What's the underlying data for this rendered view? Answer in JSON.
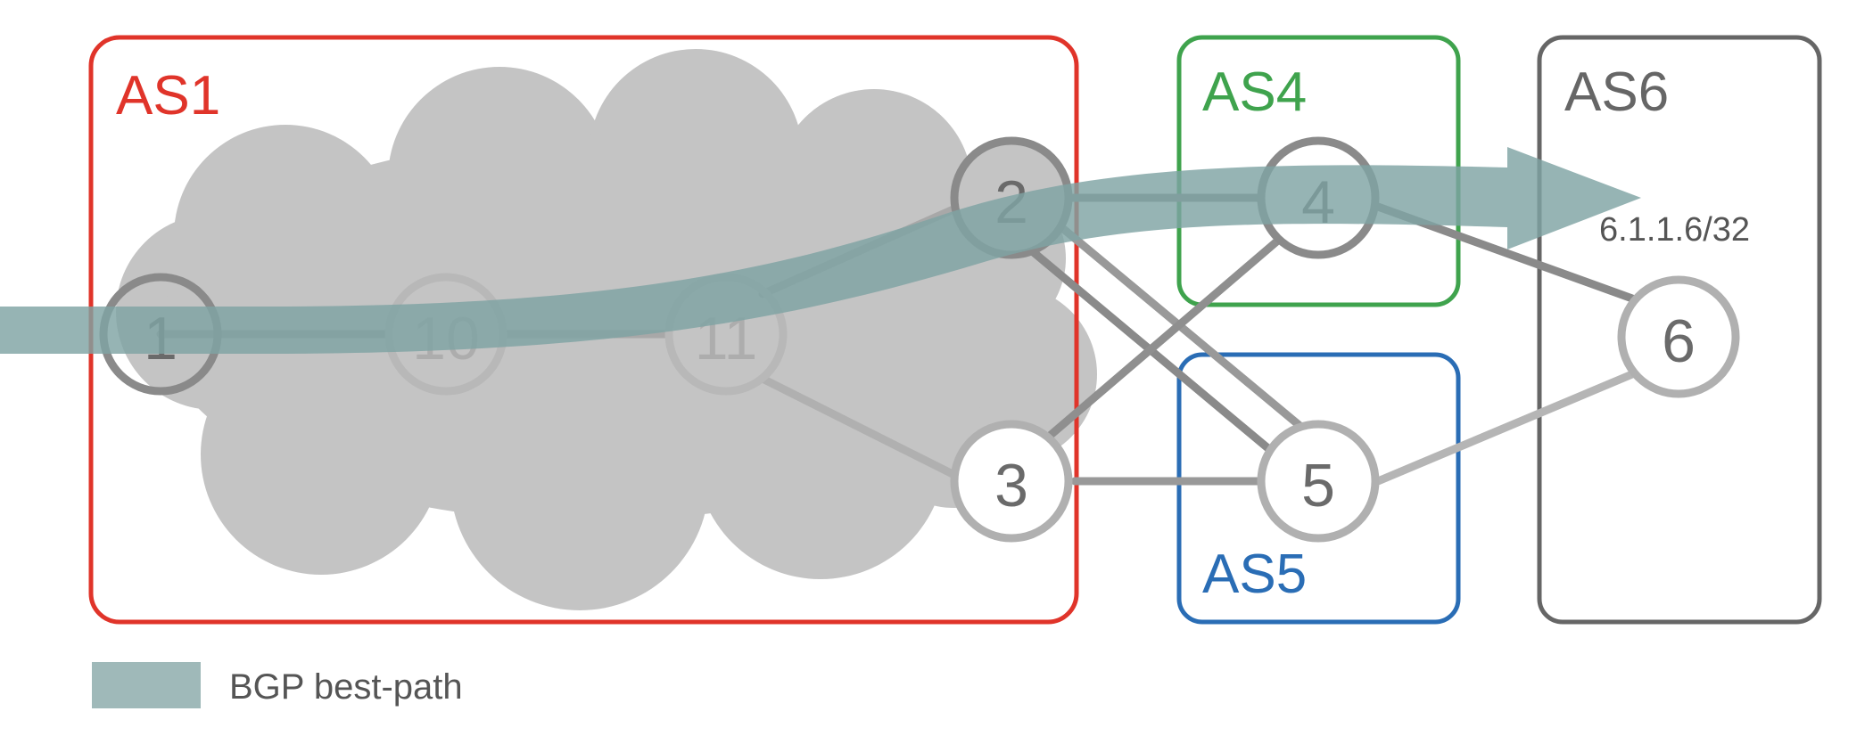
{
  "autonomous_systems": [
    {
      "id": "as1",
      "label": "AS1",
      "color": "#e0342a"
    },
    {
      "id": "as4",
      "label": "AS4",
      "color": "#3fa34d"
    },
    {
      "id": "as5",
      "label": "AS5",
      "color": "#2a6db5"
    },
    {
      "id": "as6",
      "label": "AS6",
      "color": "#666666"
    }
  ],
  "routers": [
    {
      "id": "r1",
      "label": "1",
      "as": "AS1"
    },
    {
      "id": "r10",
      "label": "10",
      "as": "AS1"
    },
    {
      "id": "r11",
      "label": "11",
      "as": "AS1"
    },
    {
      "id": "r2",
      "label": "2",
      "as": "AS1"
    },
    {
      "id": "r3",
      "label": "3",
      "as": "AS1"
    },
    {
      "id": "r4",
      "label": "4",
      "as": "AS4"
    },
    {
      "id": "r5",
      "label": "5",
      "as": "AS5"
    },
    {
      "id": "r6",
      "label": "6",
      "as": "AS6"
    }
  ],
  "links": [
    [
      "1",
      "10"
    ],
    [
      "10",
      "11"
    ],
    [
      "11",
      "2"
    ],
    [
      "11",
      "3"
    ],
    [
      "2",
      "4"
    ],
    [
      "2",
      "5"
    ],
    [
      "3",
      "4"
    ],
    [
      "3",
      "5"
    ],
    [
      "4",
      "6"
    ],
    [
      "5",
      "6"
    ]
  ],
  "prefix": "6.1.1.6/32",
  "best_path": {
    "color": "#7fa3a3",
    "hops": [
      "1",
      "10",
      "11",
      "2",
      "4",
      "AS6"
    ]
  },
  "legend": {
    "label": "BGP best-path",
    "color": "#9fb9b9"
  }
}
